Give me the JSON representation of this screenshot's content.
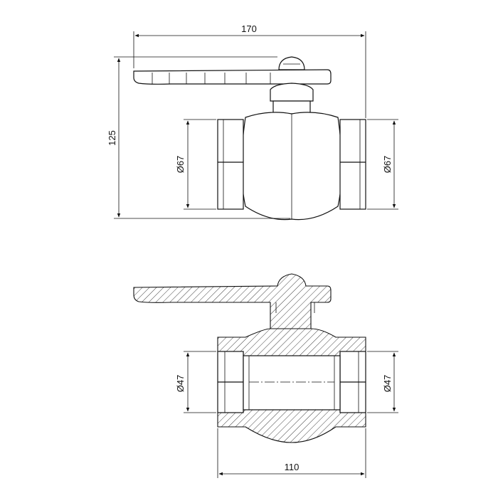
{
  "dimensions": {
    "overall_length": "170",
    "overall_height": "125",
    "outer_diameter_left": "Ø67",
    "outer_diameter_right": "Ø67",
    "bore_diameter_left": "Ø47",
    "bore_diameter_right": "Ø47",
    "body_length": "110"
  },
  "colors": {
    "line": "#111111",
    "background": "#ffffff"
  }
}
